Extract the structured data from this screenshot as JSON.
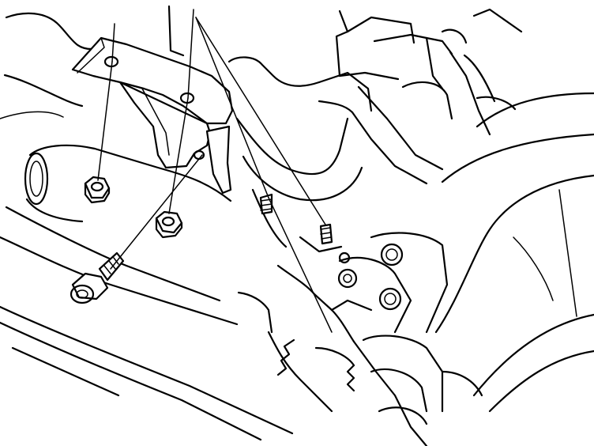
{
  "diagram": {
    "style": "black line art on white",
    "line_color": "#000000",
    "background_color": "#ffffff",
    "parts": [
      "mounting-bracket",
      "flange-nut",
      "flange-nut",
      "flange-bolt",
      "stud-bolt",
      "stud-bolt"
    ]
  }
}
